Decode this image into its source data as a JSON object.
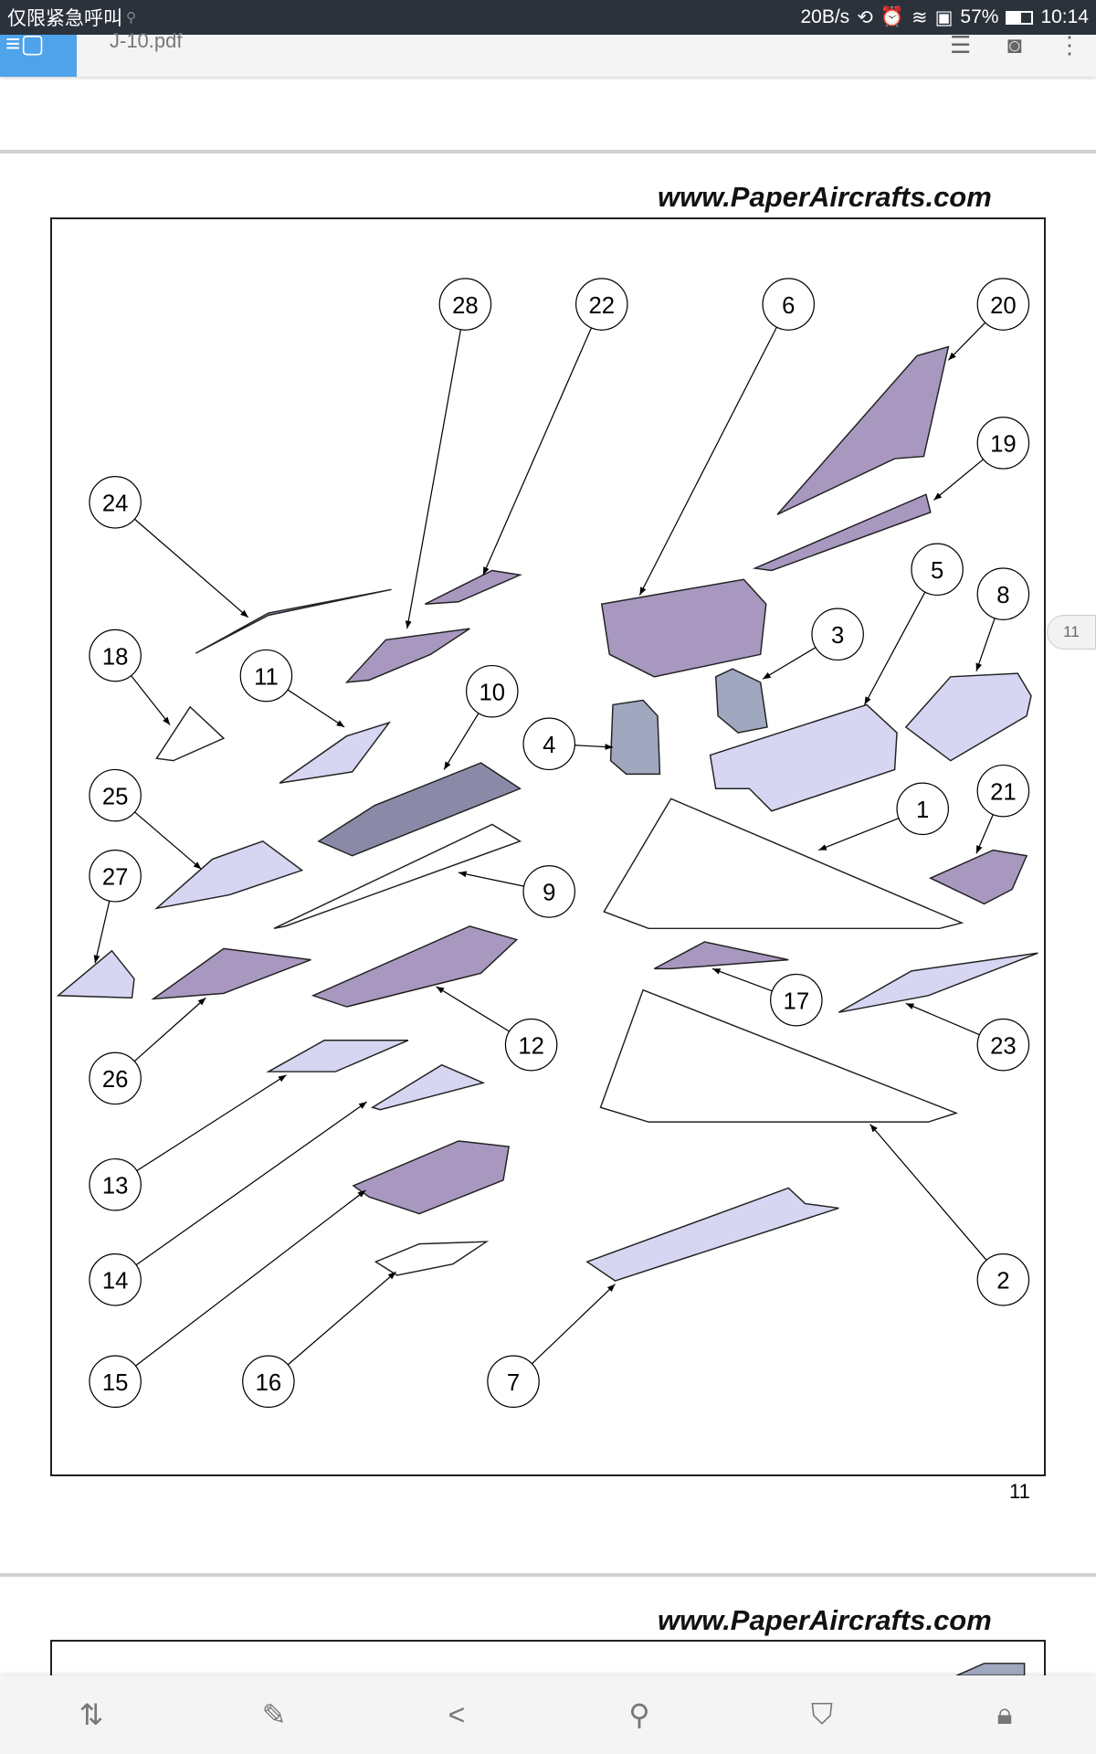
{
  "status_bar": {
    "carrier": "仅限紧急呼叫",
    "speed": "20B/s",
    "battery": "57%",
    "time": "10:14"
  },
  "toolbar": {
    "file_name": "J-10.pdf",
    "icons": [
      "copy-icon",
      "list-icon",
      "camera-icon",
      "more-vert-icon"
    ]
  },
  "page": {
    "website": "www.PaperAircrafts.com",
    "page_number": "11",
    "side_page_indicator": "11",
    "callouts": [
      "28",
      "22",
      "6",
      "20",
      "19",
      "24",
      "5",
      "8",
      "3",
      "18",
      "11",
      "10",
      "4",
      "25",
      "1",
      "21",
      "27",
      "9",
      "17",
      "23",
      "12",
      "26",
      "13",
      "14",
      "2",
      "15",
      "16",
      "7"
    ]
  },
  "next_page": {
    "website": "www.PaperAircrafts.com"
  },
  "bottom_bar": {
    "icons": [
      "page-layout-icon",
      "annotate-icon",
      "share-icon",
      "search-icon",
      "bookmark-icon",
      "lock-icon"
    ]
  }
}
